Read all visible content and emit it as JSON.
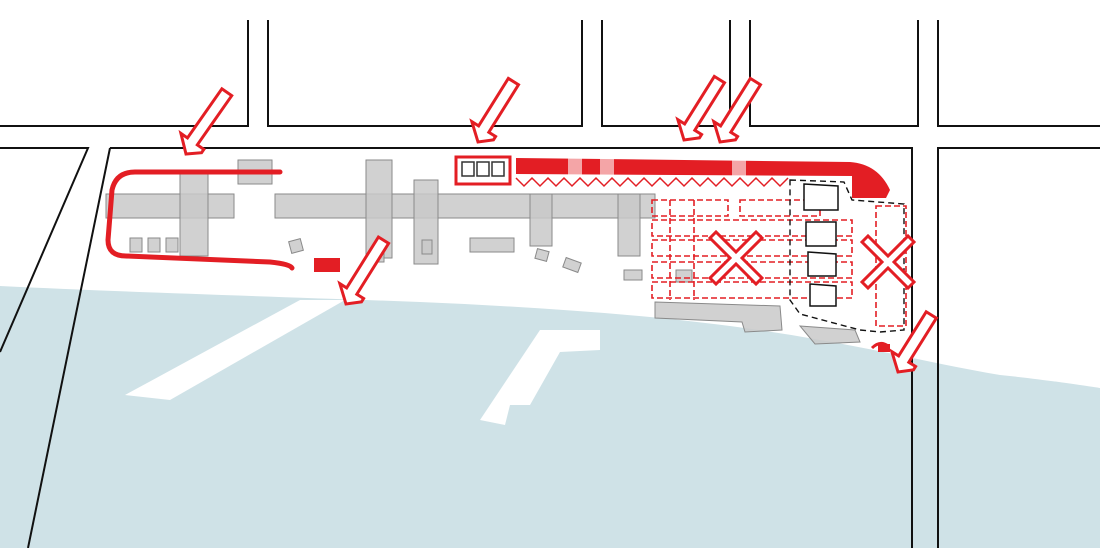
{
  "colors": {
    "water": "#cfe2e7",
    "block_outline": "#111111",
    "background": "#ffffff",
    "building_fill": "#c9c9c9",
    "building_stroke": "#8a8a8a",
    "accent_red": "#e31e24"
  },
  "legend_symbols": {
    "arrow": "entry-arrow",
    "cross": "removal-cross",
    "dashed": "removed-structure-outline"
  }
}
